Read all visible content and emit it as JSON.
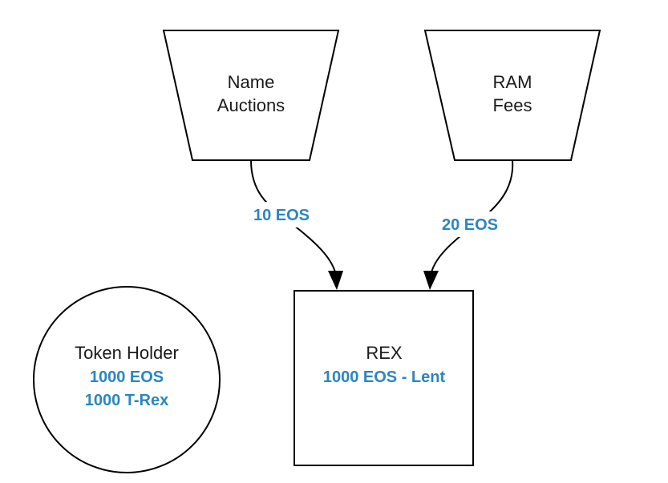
{
  "colors": {
    "accent": "#2a86c1",
    "stroke": "#000000",
    "text": "#1a1a1a",
    "background": "#ffffff"
  },
  "nodes": {
    "name_auctions": {
      "line1": "Name",
      "line2": "Auctions"
    },
    "ram_fees": {
      "line1": "RAM",
      "line2": "Fees"
    },
    "rex": {
      "title": "REX",
      "value": "1000 EOS - Lent"
    },
    "token_holder": {
      "title": "Token Holder",
      "eos": "1000 EOS",
      "trex": "1000 T-Rex"
    }
  },
  "edges": {
    "auctions_to_rex": {
      "label": "10 EOS"
    },
    "fees_to_rex": {
      "label": "20 EOS"
    }
  }
}
